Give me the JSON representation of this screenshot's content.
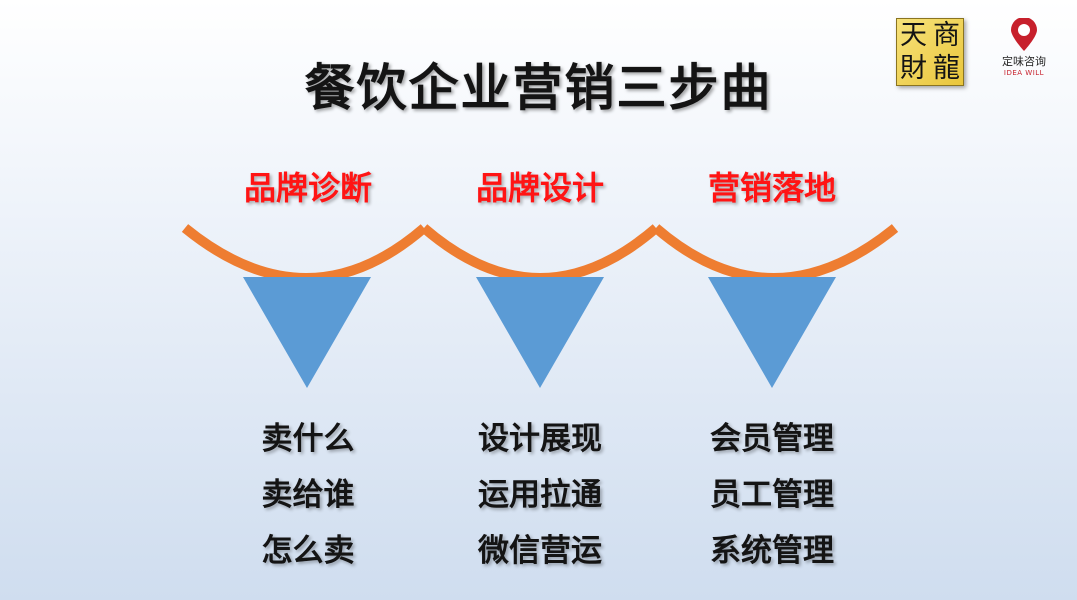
{
  "title": "餐饮企业营销三步曲",
  "logos": {
    "tianshang": [
      "天",
      "商",
      "財",
      "龍"
    ],
    "dingwei_cn": "定味咨询",
    "dingwei_en": "IDEA WILL"
  },
  "colors": {
    "arc": "#ee7d31",
    "triangle": "#5b9bd5",
    "stage_label": "#ff1414",
    "text": "#141414"
  },
  "stages": [
    {
      "label": "品牌诊断",
      "items": [
        "卖什么",
        "卖给谁",
        "怎么卖"
      ]
    },
    {
      "label": "品牌设计",
      "items": [
        "设计展现",
        "运用拉通",
        "微信营运"
      ]
    },
    {
      "label": "营销落地",
      "items": [
        "会员管理",
        "员工管理",
        "系统管理"
      ]
    }
  ]
}
